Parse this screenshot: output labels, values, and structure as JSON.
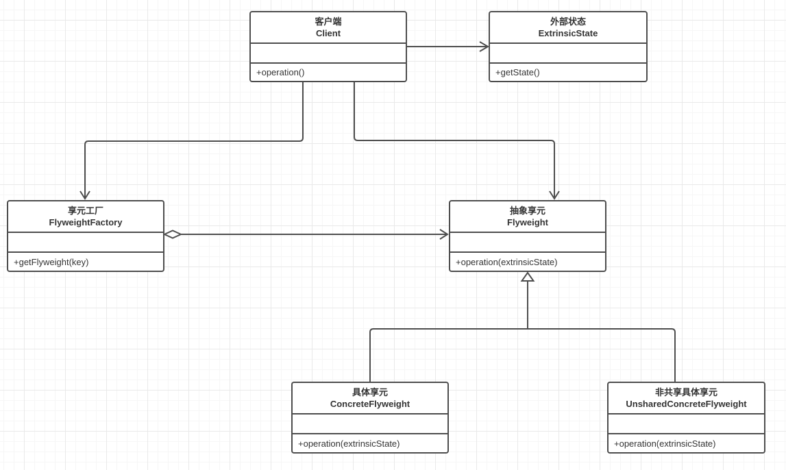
{
  "diagram": {
    "title": "Flyweight pattern UML class diagram",
    "classes": [
      {
        "id": "client",
        "name_cn": "客户端",
        "name_en": "Client",
        "attributes": [],
        "methods": [
          "+operation()"
        ]
      },
      {
        "id": "extrinsic-state",
        "name_cn": "外部状态",
        "name_en": "ExtrinsicState",
        "attributes": [],
        "methods": [
          "+getState()"
        ]
      },
      {
        "id": "flyweight-factory",
        "name_cn": "享元工厂",
        "name_en": "FlyweightFactory",
        "attributes": [],
        "methods": [
          "+getFlyweight(key)"
        ]
      },
      {
        "id": "flyweight",
        "name_cn": "抽象享元",
        "name_en": "Flyweight",
        "attributes": [],
        "methods": [
          "+operation(extrinsicState)"
        ]
      },
      {
        "id": "concrete-flyweight",
        "name_cn": "具体享元",
        "name_en": "ConcreteFlyweight",
        "attributes": [],
        "methods": [
          "+operation(extrinsicState)"
        ]
      },
      {
        "id": "unshared-concrete-flyweight",
        "name_cn": "非共享具体享元",
        "name_en": "UnsharedConcreteFlyweight",
        "attributes": [],
        "methods": [
          "+operation(extrinsicState)"
        ]
      }
    ],
    "relations": [
      {
        "from": "client",
        "to": "extrinsic-state",
        "type": "directed-association"
      },
      {
        "from": "client",
        "to": "flyweight-factory",
        "type": "directed-association"
      },
      {
        "from": "client",
        "to": "flyweight",
        "type": "directed-association"
      },
      {
        "from": "flyweight-factory",
        "to": "flyweight",
        "type": "aggregation"
      },
      {
        "from": "concrete-flyweight",
        "to": "flyweight",
        "type": "generalization"
      },
      {
        "from": "unshared-concrete-flyweight",
        "to": "flyweight",
        "type": "generalization"
      }
    ],
    "colors": {
      "line": "#4d4d4d",
      "border": "#4d4d4d",
      "text": "#333333",
      "box_fill": "#ffffff",
      "grid_minor": "#f6f6f6",
      "grid_major": "#e9e9e9",
      "background": "#ffffff"
    }
  }
}
